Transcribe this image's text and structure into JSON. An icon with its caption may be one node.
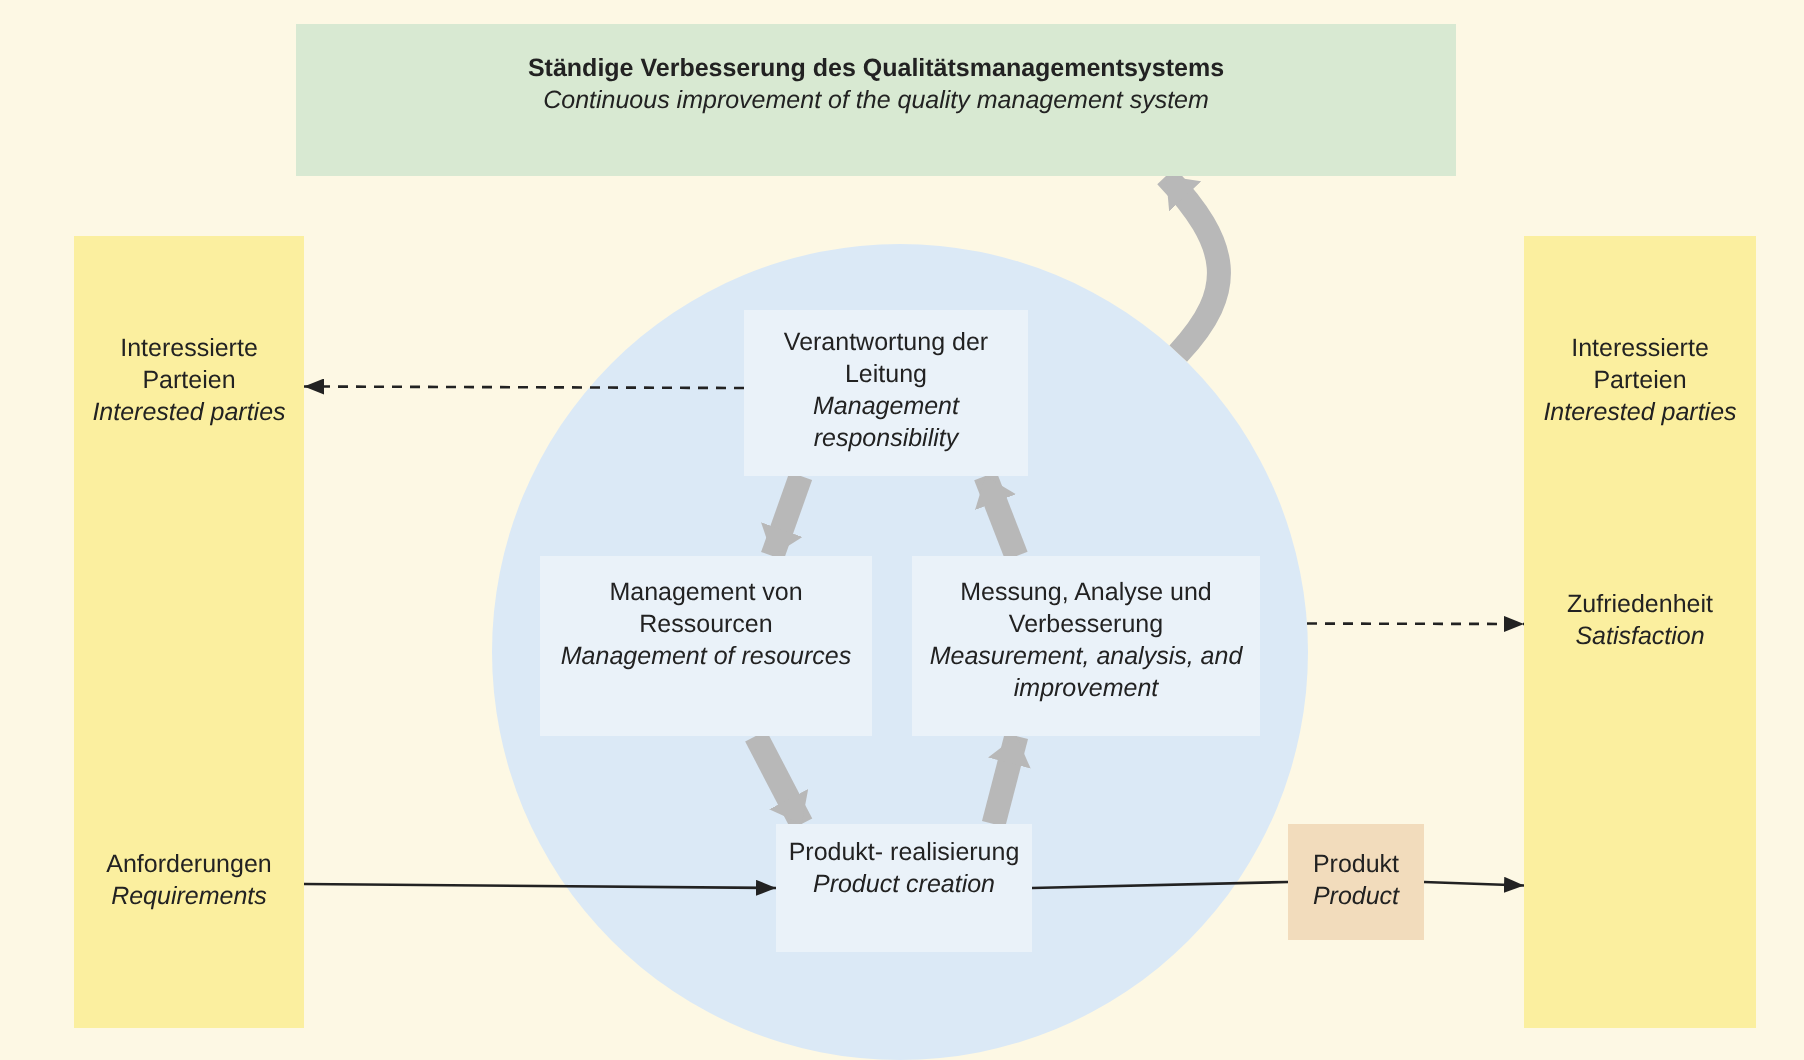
{
  "diagram": {
    "nodes": [
      {
        "text": [
          "Ständige Verbesserung des Qualitätsmanagementsystems",
          "Continuous improvement of the quality management system"
        ]
      },
      {
        "text": [
          "Interessierte Parteien",
          "Interested parties"
        ]
      },
      {
        "text": [
          "Anforderungen",
          "Requirements"
        ],
        "in": 1
      },
      {
        "text": [],
        "shape": "circle"
      },
      {
        "text": [
          "Verantwortung der Leitung",
          "Management responsibility"
        ],
        "in": 3
      },
      {
        "text": [
          "Management von Ressourcen",
          "Management of resources"
        ],
        "in": 3
      },
      {
        "text": [
          "Messung, Analyse und Verbesserung",
          "Measurement, analysis, and improvement"
        ],
        "in": 3
      },
      {
        "text": [
          "Produkt- realisierung",
          "Product creation"
        ],
        "in": 3
      },
      {
        "text": [
          "Produkt",
          "Product"
        ]
      },
      {
        "text": [
          "Interessierte Parteien",
          "Interested parties"
        ]
      },
      {
        "text": [
          "Zufriedenheit",
          "Satisfaction"
        ],
        "in": 9
      }
    ],
    "edges": [
      {
        "from": 4,
        "to": 1,
        "arrow": "to",
        "style": "dashed"
      },
      {
        "from": 3,
        "to": 10,
        "arrow": "to",
        "style": "dashed"
      },
      {
        "from": 2,
        "to": 7,
        "arrow": "to"
      },
      {
        "from": 7,
        "to": 8,
        "arrow": "none"
      },
      {
        "from": 8,
        "to": 9,
        "arrow": "to"
      },
      {
        "from": 4,
        "to": 5,
        "arrow": "to",
        "style": "thick",
        "color": "#b8b8b8"
      },
      {
        "from": 5,
        "to": 7,
        "arrow": "to",
        "style": "thick",
        "color": "#b8b8b8"
      },
      {
        "from": 7,
        "to": 6,
        "arrow": "to",
        "style": "thick",
        "color": "#b8b8b8"
      },
      {
        "from": 6,
        "to": 4,
        "arrow": "to",
        "style": "thick",
        "color": "#b8b8b8"
      },
      {
        "from": 3,
        "to": 0,
        "arrow": "to",
        "style": "thick",
        "color": "#b8b8b8"
      }
    ]
  }
}
